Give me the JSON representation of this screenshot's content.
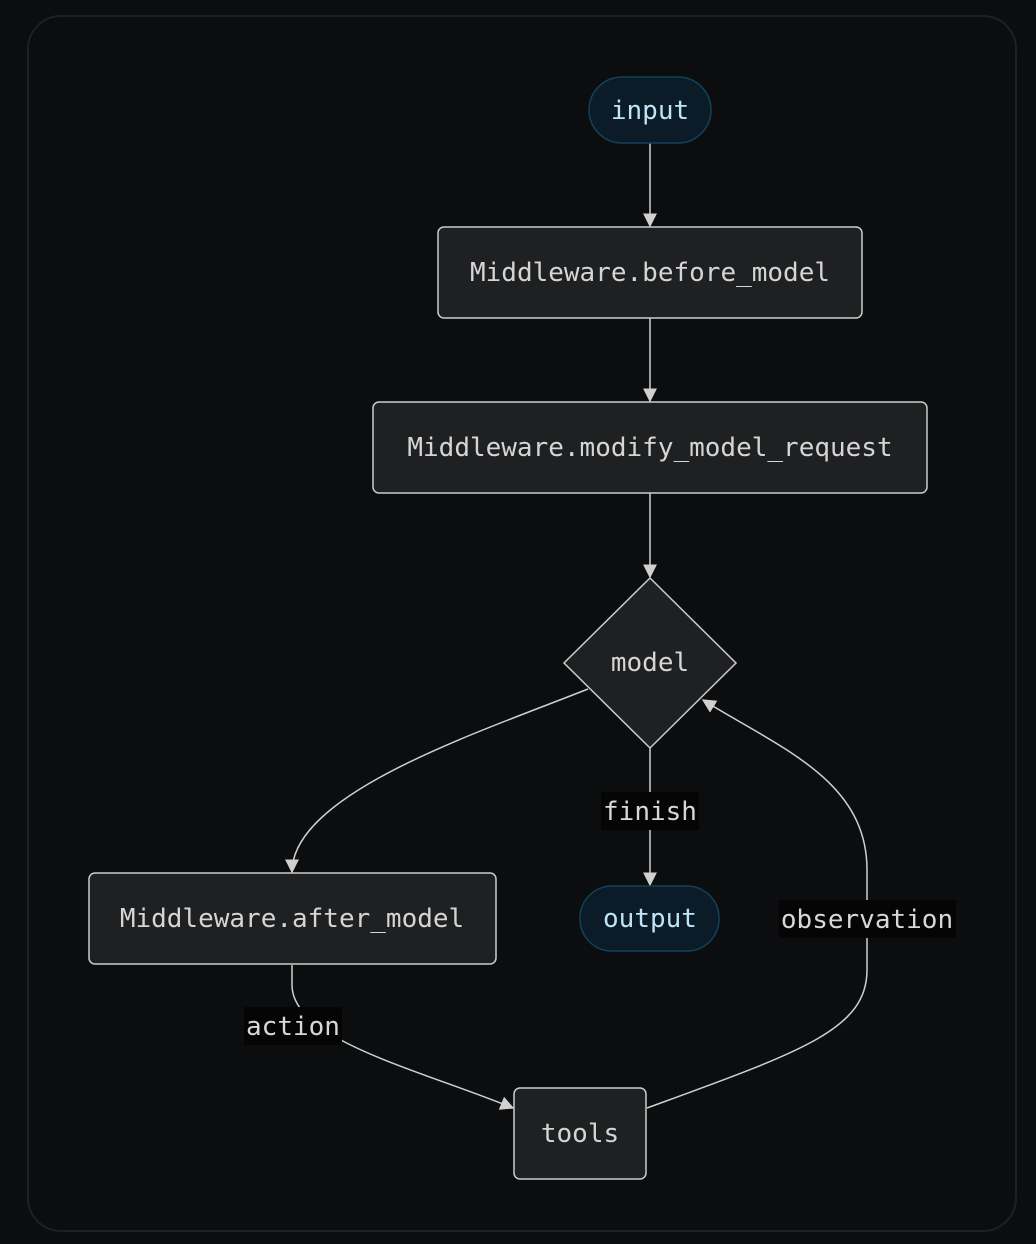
{
  "diagram": {
    "colors": {
      "background": "#0c0d0f",
      "node_fill": "#1f2021",
      "node_stroke": "#cccccc",
      "terminal_fill": "#0b1b27",
      "terminal_stroke": "#124259",
      "terminal_text": "#bfe4f4",
      "edge": "#d0d0d0",
      "label_bg": "#050505"
    },
    "nodes": {
      "input": "input",
      "before_model": "Middleware.before_model",
      "modify_model_request": "Middleware.modify_model_request",
      "model": "model",
      "after_model": "Middleware.after_model",
      "output": "output",
      "tools": "tools"
    },
    "edge_labels": {
      "finish": "finish",
      "observation": "observation",
      "action": "action"
    }
  }
}
